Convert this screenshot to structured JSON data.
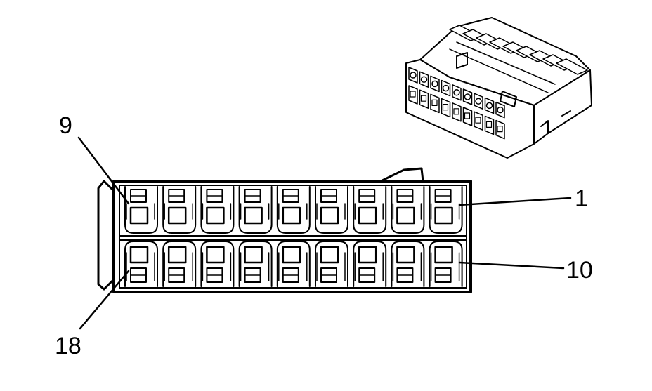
{
  "diagram": {
    "row_top": {
      "pin_start": 1,
      "pin_end": 9,
      "cavities": 9
    },
    "row_bottom": {
      "pin_start": 10,
      "pin_end": 18,
      "cavities": 9
    }
  },
  "labels": {
    "pin_9": "9",
    "pin_1": "1",
    "pin_10": "10",
    "pin_18": "18"
  },
  "colors": {
    "line": "#000000",
    "background": "#ffffff"
  }
}
